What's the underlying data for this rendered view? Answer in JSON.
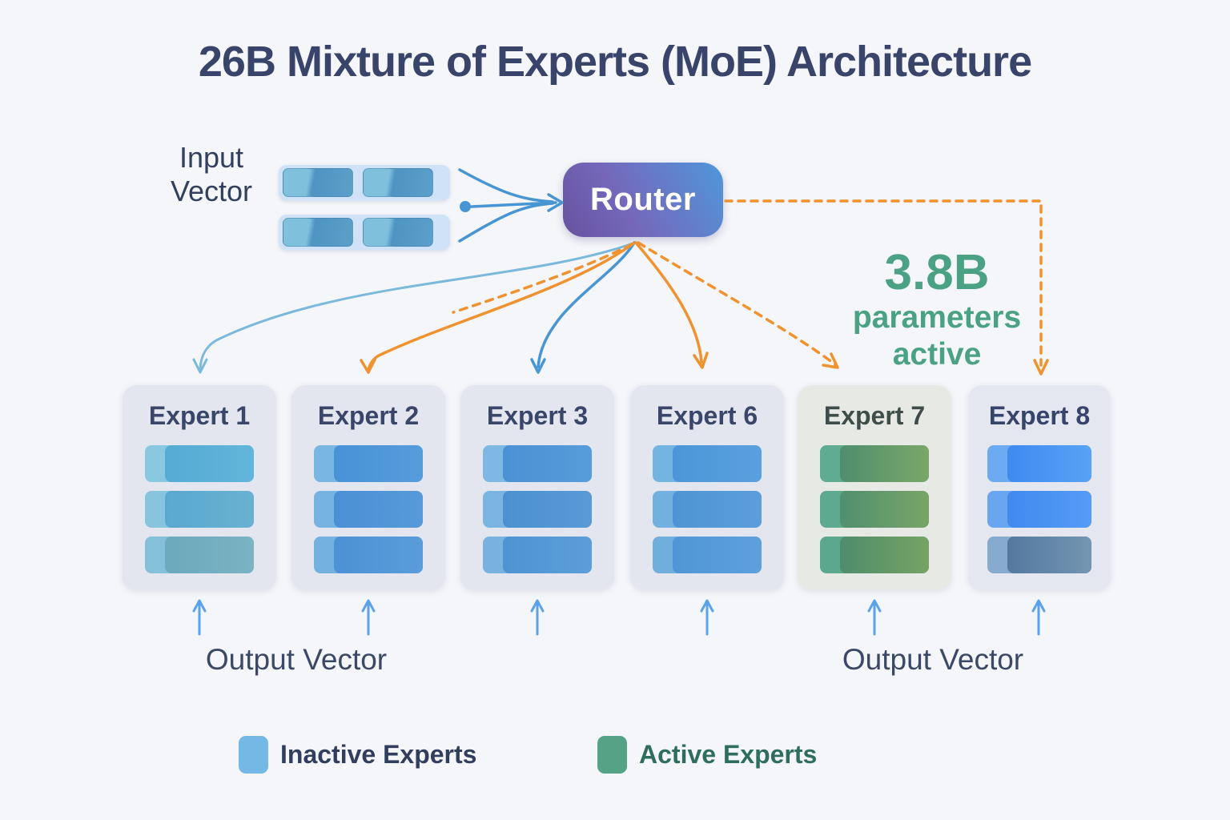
{
  "title": "26B Mixture of Experts (MoE) Architecture",
  "input": {
    "lines": [
      "Input",
      "Vector"
    ]
  },
  "router": {
    "label": "Router"
  },
  "note": {
    "lines": [
      "3.8B",
      "parameters",
      "active"
    ]
  },
  "outputs": [
    "Output Vector",
    "Output Vector"
  ],
  "experts": [
    {
      "name": "Expert 1",
      "state": "inactive",
      "card_bg": "#e3e6ef",
      "title_color": "#394669",
      "bars": [
        {
          "left": "#8ac8e2",
          "main": [
            "#55abd4",
            "#62b5da"
          ]
        },
        {
          "left": "#88c4de",
          "main": [
            "#58a9cf",
            "#6ab1d1"
          ]
        },
        {
          "left": "#85c0da",
          "main": [
            "#6ba9bd",
            "#7ab3c2"
          ]
        }
      ]
    },
    {
      "name": "Expert 2",
      "state": "inactive",
      "card_bg": "#e3e6ef",
      "title_color": "#394669",
      "bars": [
        {
          "left": "#79b6e2",
          "main": [
            "#4892d6",
            "#559cdc"
          ]
        },
        {
          "left": "#77b3e0",
          "main": [
            "#4a90d4",
            "#579ada"
          ]
        },
        {
          "left": "#75b1de",
          "main": [
            "#4c92d4",
            "#599cda"
          ]
        }
      ]
    },
    {
      "name": "Expert 3",
      "state": "inactive",
      "card_bg": "#e3e6ef",
      "title_color": "#394669",
      "bars": [
        {
          "left": "#7db9e2",
          "main": [
            "#4a92d4",
            "#579cda"
          ]
        },
        {
          "left": "#79b5e0",
          "main": [
            "#4c90d0",
            "#599ad6"
          ]
        },
        {
          "left": "#77b3de",
          "main": [
            "#4e94d2",
            "#5b9ed8"
          ]
        }
      ]
    },
    {
      "name": "Expert 6",
      "state": "inactive",
      "card_bg": "#e3e6ef",
      "title_color": "#394669",
      "bars": [
        {
          "left": "#74b4e0",
          "main": [
            "#4c96d8",
            "#59a0de"
          ]
        },
        {
          "left": "#72b0de",
          "main": [
            "#4e94d4",
            "#5b9eda"
          ]
        },
        {
          "left": "#70aedc",
          "main": [
            "#5096d6",
            "#5da0dc"
          ]
        }
      ]
    },
    {
      "name": "Expert 7",
      "state": "active",
      "card_bg": "#e7eae4",
      "title_color": "#3e4d49",
      "bars": [
        {
          "left": "#5fac92",
          "main": [
            "#4f8e6e",
            "#7aa768"
          ]
        },
        {
          "left": "#5daa90",
          "main": [
            "#518f70",
            "#78a566"
          ]
        },
        {
          "left": "#5ba88e",
          "main": [
            "#4f8c6c",
            "#76a364"
          ]
        }
      ]
    },
    {
      "name": "Expert 8",
      "state": "inactive",
      "card_bg": "#e4e6f0",
      "title_color": "#36436b",
      "bars": [
        {
          "left": "#6cabf2",
          "main": [
            "#3f8af0",
            "#58a2f6"
          ]
        },
        {
          "left": "#68a7f0",
          "main": [
            "#4189ee",
            "#549cf4"
          ]
        },
        {
          "left": "#86abce",
          "main": [
            "#53799f",
            "#7495b2"
          ]
        }
      ]
    }
  ],
  "legend": [
    {
      "label": "Inactive Experts",
      "swatch": "#74b9e6",
      "text_color": "#323e5e"
    },
    {
      "label": "Active Experts",
      "swatch": "#55a287",
      "text_color": "#2f6e5e"
    }
  ],
  "colors": {
    "background": "#f5f6f9",
    "title_text": "#39446b",
    "label_text": "#333f5e",
    "arrow_blue": "#4795d2",
    "arrow_light_blue": "#7ab8dc",
    "arrow_orange": "#f0922f",
    "up_arrow_blue": "#5aa2ea",
    "note_green": "#4aa184",
    "router_gradient": [
      "#66539f",
      "#7568bb",
      "#4f97da"
    ],
    "input_row": "#cfe2f7",
    "input_cell": [
      "#7fc0dd",
      "#4f94c2",
      "#5aa0c9"
    ]
  }
}
